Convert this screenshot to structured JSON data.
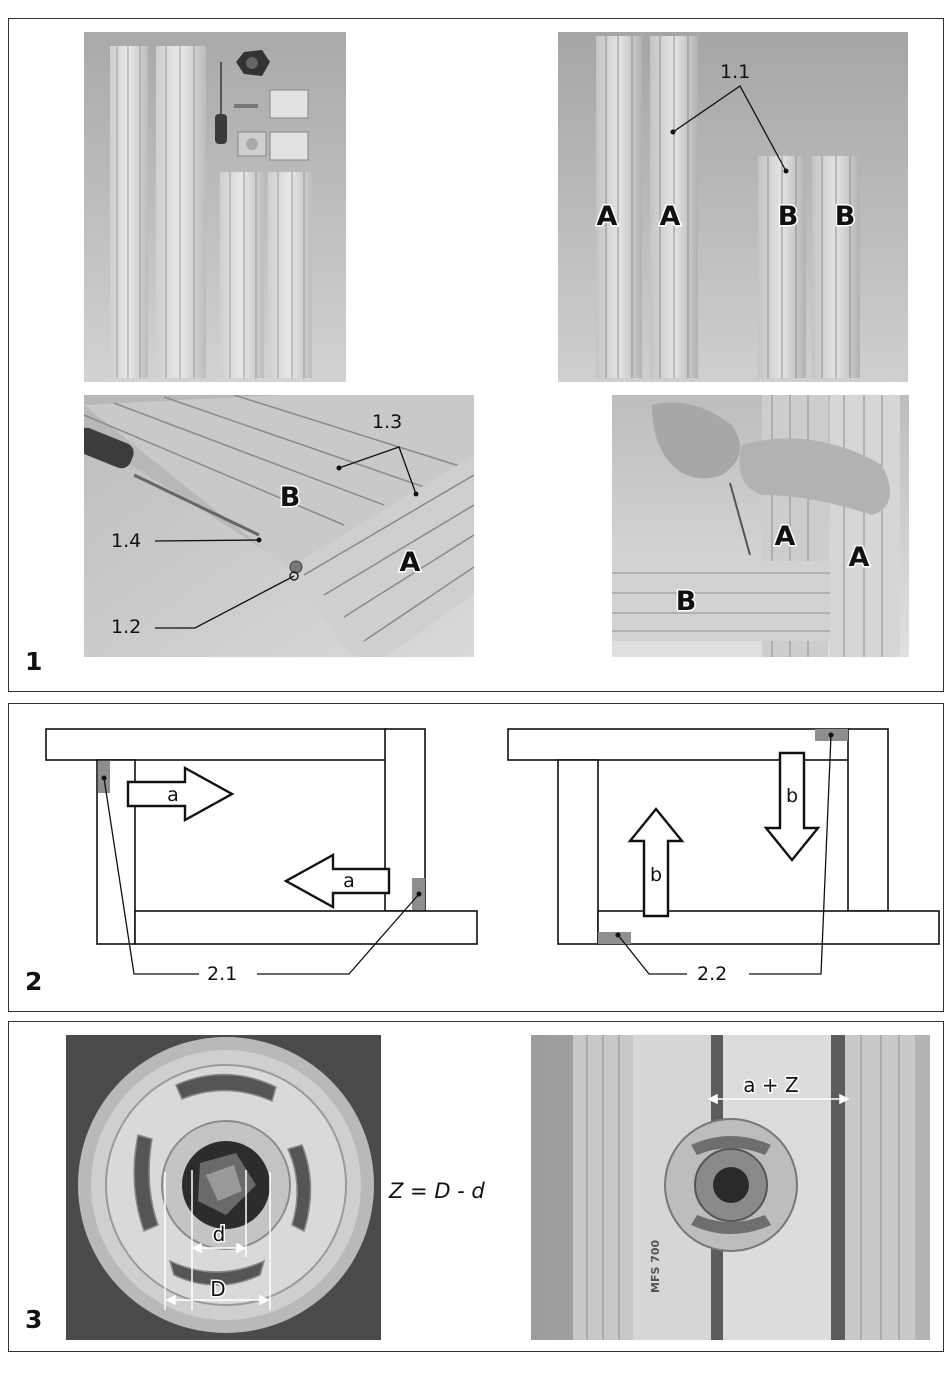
{
  "figure1": {
    "number": "1",
    "callouts": {
      "c1_1": "1.1",
      "c1_2": "1.2",
      "c1_3": "1.3",
      "c1_4": "1.4"
    },
    "labels": {
      "A": "A",
      "B": "B"
    }
  },
  "figure2": {
    "number": "2",
    "arrow_a": "a",
    "arrow_b": "b",
    "callouts": {
      "c2_1": "2.1",
      "c2_2": "2.2"
    }
  },
  "figure3": {
    "number": "3",
    "formula": "Z = D - d",
    "dim_d": "d",
    "dim_D": "D",
    "dim_aZ": "a + Z",
    "rail_marking": "MFS 700"
  }
}
